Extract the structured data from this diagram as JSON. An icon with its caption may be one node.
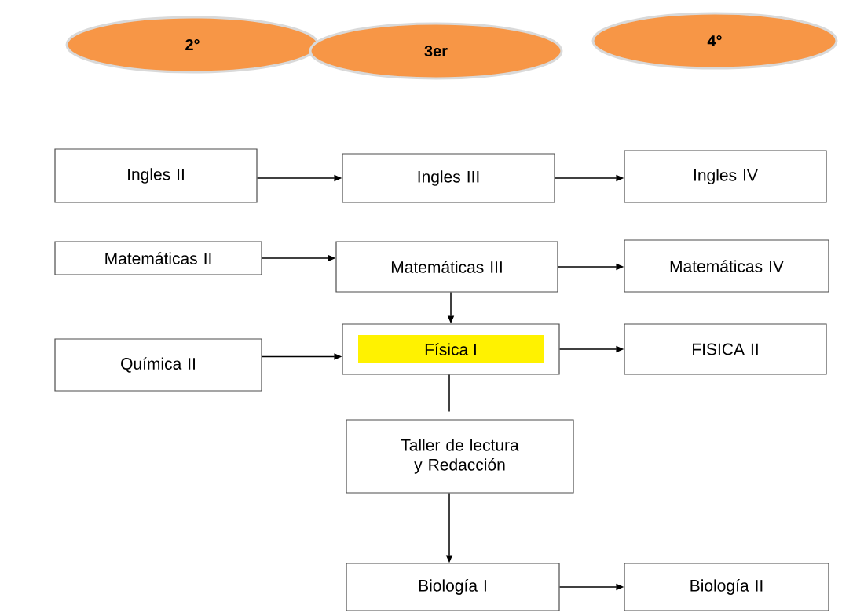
{
  "diagram": {
    "nodes": [
      {
        "text": [
          "2°"
        ]
      },
      {
        "text": [
          "3er"
        ]
      },
      {
        "text": [
          "4°"
        ]
      },
      {
        "text": [
          "Ingles II"
        ]
      },
      {
        "text": [
          "Ingles III"
        ]
      },
      {
        "text": [
          "Ingles IV"
        ]
      },
      {
        "text": [
          "Matemáticas II"
        ]
      },
      {
        "text": [
          "Matemáticas III"
        ]
      },
      {
        "text": [
          "Matemáticas IV"
        ]
      },
      {
        "text": [
          "Química II"
        ]
      },
      {
        "text": [
          "Física I"
        ]
      },
      {
        "text": [
          "FISICA II"
        ]
      },
      {
        "text": [
          "Taller de lectura y Redacción"
        ]
      },
      {
        "text": [
          "Biología I"
        ]
      },
      {
        "text": [
          "Biología II"
        ]
      }
    ],
    "edges": [
      {
        "from": 3,
        "to": 4,
        "arrow": "to"
      },
      {
        "from": 4,
        "to": 5,
        "arrow": "to"
      },
      {
        "from": 6,
        "to": 7,
        "arrow": "to"
      },
      {
        "from": 7,
        "to": 8,
        "arrow": "to"
      },
      {
        "from": 7,
        "to": 10,
        "arrow": "to"
      },
      {
        "from": 9,
        "to": 10,
        "arrow": "to"
      },
      {
        "from": 10,
        "to": 11,
        "arrow": "to"
      },
      {
        "from": 10,
        "to": 12,
        "arrow": "none"
      },
      {
        "from": 12,
        "to": 13,
        "arrow": "to"
      },
      {
        "from": 13,
        "to": 14,
        "arrow": "to"
      }
    ]
  }
}
